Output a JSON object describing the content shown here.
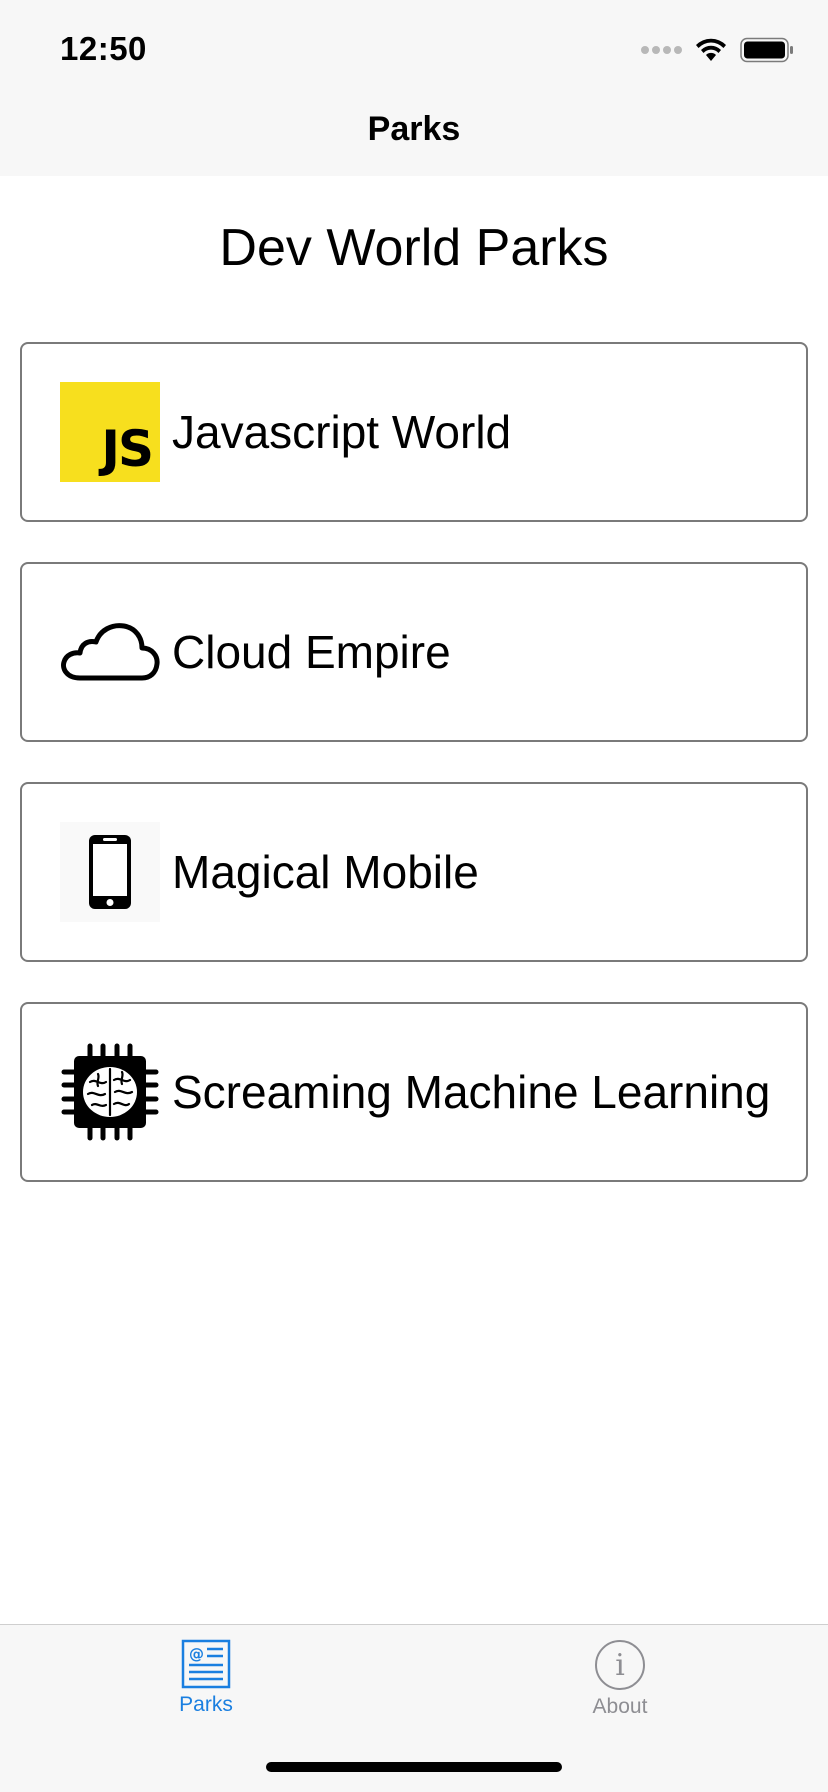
{
  "status_bar": {
    "time": "12:50"
  },
  "nav": {
    "title": "Parks"
  },
  "main": {
    "heading": "Dev World Parks",
    "parks": [
      {
        "name": "Javascript World",
        "icon": "javascript-logo-icon",
        "logo_text": "JS"
      },
      {
        "name": "Cloud Empire",
        "icon": "cloud-icon"
      },
      {
        "name": "Magical Mobile",
        "icon": "mobile-phone-icon"
      },
      {
        "name": "Screaming Machine Learning",
        "icon": "brain-chip-icon"
      }
    ]
  },
  "tabbar": {
    "tabs": [
      {
        "label": "Parks",
        "icon": "parks-list-icon",
        "selected": true
      },
      {
        "label": "About",
        "icon": "info-icon",
        "selected": false
      }
    ]
  },
  "colors": {
    "accent": "#1a7fe0",
    "js_yellow": "#f7df1e",
    "inactive_tab": "#8e8e93"
  }
}
